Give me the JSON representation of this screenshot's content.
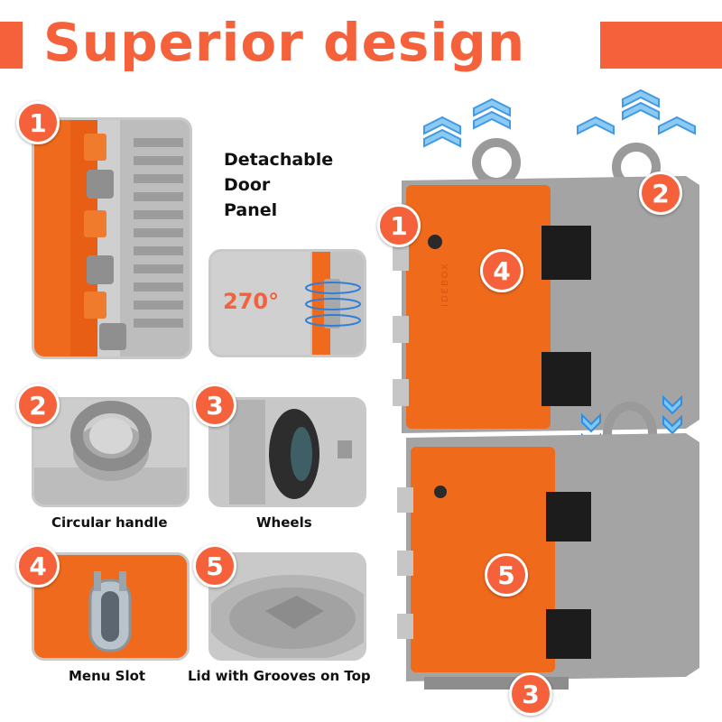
{
  "header": {
    "title": "Superior design",
    "accent_color": "#f4613a"
  },
  "features": {
    "detachable_text": [
      "Detachable",
      "Door",
      "Panel"
    ],
    "rotation_label": "270°",
    "captions": {
      "handle": "Circular handle",
      "wheels": "Wheels",
      "menu_slot": "Menu Slot",
      "lid": "Lid with Grooves on Top"
    }
  },
  "badges": [
    "1",
    "2",
    "3",
    "4",
    "5"
  ],
  "product": {
    "brand": "IDEBOX"
  }
}
